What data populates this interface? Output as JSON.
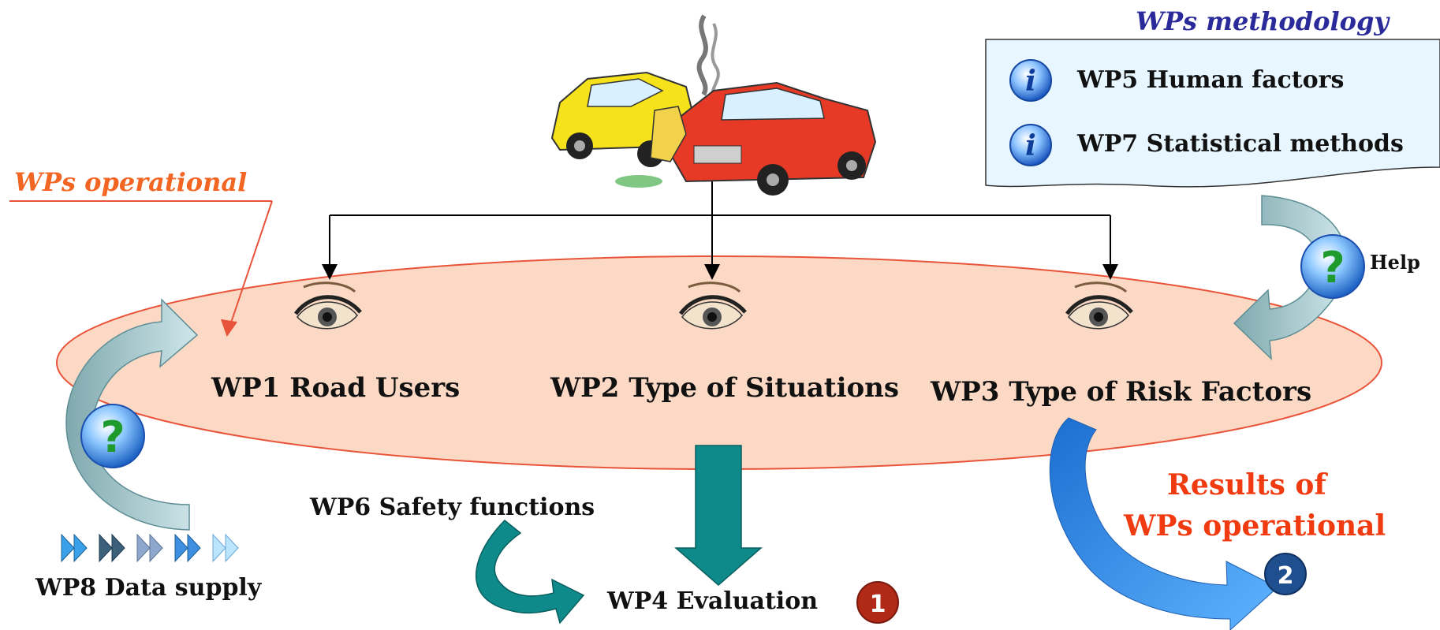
{
  "colors": {
    "ellipse_fill": "#fcd9c4",
    "ellipse_stroke": "#e8543a",
    "operational_orange": "#f26522",
    "methodology_blue": "#2a2a9a",
    "results_red": "#f03a10",
    "teal_arrow": "#0e8a8a",
    "curved_teal": "#9fc7cc",
    "blue_arrow": "#2f86e0",
    "badge_red": "#b02a17",
    "badge_blue": "#1f4f8f",
    "info_box_fill": "#e8f6ff"
  },
  "labels": {
    "wps_operational": "WPs operational",
    "wps_methodology": "WPs methodology",
    "wp5": "WP5 Human factors",
    "wp7": "WP7 Statistical methods",
    "help": "Help",
    "wp1": "WP1 Road Users",
    "wp2": "WP2 Type of Situations",
    "wp3": "WP3 Type of Risk Factors",
    "wp6": "WP6 Safety functions",
    "wp4": "WP4 Evaluation",
    "wp8": "WP8 Data supply",
    "results_line1": "Results of",
    "results_line2": "WPs operational",
    "badge1": "1",
    "badge2": "2",
    "info_glyph": "i",
    "question_glyph": "?"
  },
  "icons": [
    "car-crash-illustration",
    "eye-icon",
    "info-icon",
    "question-icon",
    "double-chevron-icon"
  ]
}
